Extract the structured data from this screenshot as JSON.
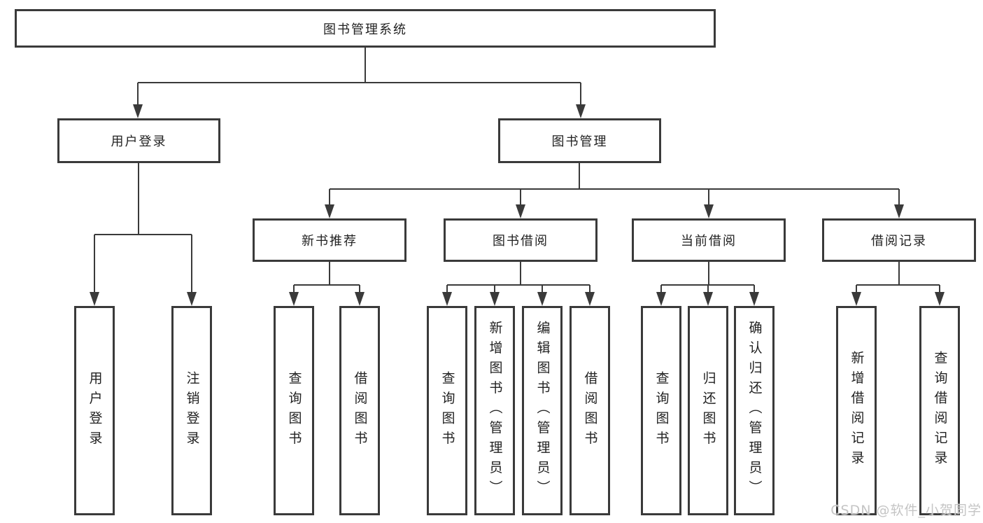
{
  "diagram": {
    "root": {
      "label": "图书管理系统"
    },
    "branches": [
      {
        "label": "用户登录"
      },
      {
        "label": "图书管理"
      }
    ],
    "modules": [
      {
        "label": "新书推荐"
      },
      {
        "label": "图书借阅"
      },
      {
        "label": "当前借阅"
      },
      {
        "label": "借阅记录"
      }
    ],
    "leaves": [
      {
        "label": "用户登录"
      },
      {
        "label": "注销登录"
      },
      {
        "label": "查询图书"
      },
      {
        "label": "借阅图书"
      },
      {
        "label": "查询图书"
      },
      {
        "label": "新增图书（管理员）"
      },
      {
        "label": "编辑图书（管理员）"
      },
      {
        "label": "借阅图书"
      },
      {
        "label": "查询图书"
      },
      {
        "label": "归还图书"
      },
      {
        "label": "确认归还（管理员）"
      },
      {
        "label": "新增借阅记录"
      },
      {
        "label": "查询借阅记录"
      }
    ],
    "watermark": "CSDN @软件_小贺同学",
    "colors": {
      "line": "#3a3a3a",
      "box_border": "#3a3a3a",
      "text": "#222222",
      "watermark": "#c5c5c5",
      "background": "#ffffff"
    }
  }
}
